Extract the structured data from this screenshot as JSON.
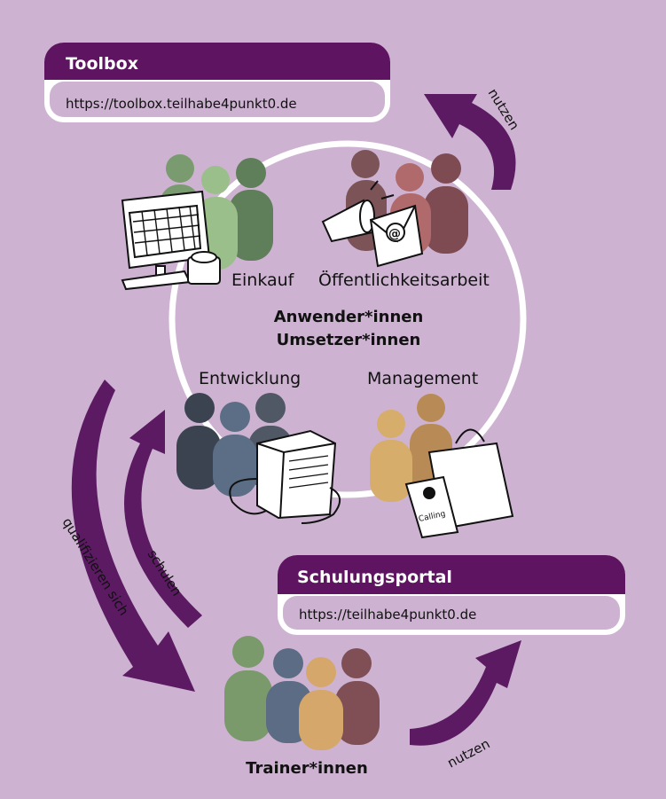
{
  "colors": {
    "background": "#cdb3d1",
    "header_purple": "#5e1460",
    "arrow_purple": "#5b1a62",
    "white": "#ffffff",
    "text_dark": "#111111",
    "green_1": "#7a9b70",
    "green_2": "#9bbf8a",
    "green_3": "#5f7e5a",
    "maroon_1": "#7c5458",
    "maroon_2": "#b06a6c",
    "maroon_3": "#7f4b52",
    "slate_1": "#3c4350",
    "slate_2": "#5c6e86",
    "slate_3": "#4f5864",
    "gold_1": "#d6ad6a",
    "gold_2": "#b88b56",
    "gold_3": "#8e5e34",
    "trainer_green": "#7a9a6c",
    "trainer_slate": "#5c6c84",
    "trainer_gold": "#d5a76a",
    "trainer_maroon": "#7f4f55"
  },
  "toolbox": {
    "title": "Toolbox",
    "url": "https://toolbox.teilhabe4punkt0.de"
  },
  "schulungsportal": {
    "title": "Schulungsportal",
    "url": "https://teilhabe4punkt0.de"
  },
  "circle": {
    "center_line1": "Anwender*innen",
    "center_line2": "Umsetzer*innen",
    "groups": {
      "einkauf": "Einkauf",
      "oeffentlichkeitsarbeit": "Öffentlichkeitsarbeit",
      "entwicklung": "Entwicklung",
      "management": "Management"
    }
  },
  "trainers": {
    "label": "Trainer*innen"
  },
  "arrows": {
    "nutzen_top": "nutzen",
    "nutzen_bottom": "nutzen",
    "qualifizieren": "qualifizieren sich",
    "schulen": "schulen"
  },
  "icons": {
    "cash_register": "cash-register-icon",
    "megaphone_email": "megaphone-email-icon",
    "computer_tower": "computer-tower-icon",
    "bag_calling": "bag-calling-icon"
  },
  "icon_texts": {
    "email_symbol": "@",
    "calling_label": "Calling"
  }
}
